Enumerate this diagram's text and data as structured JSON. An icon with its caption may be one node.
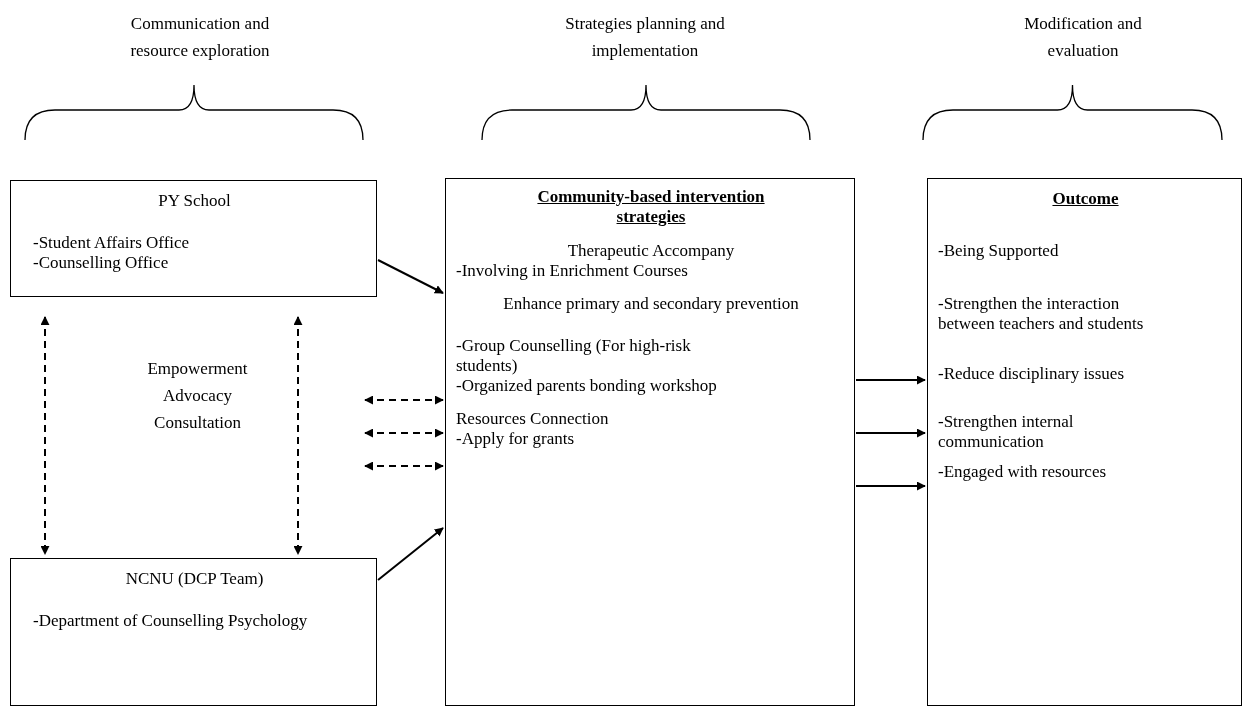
{
  "diagram": {
    "nodes": [
      {
        "text": [
          "PY School",
          "-Student Affairs Office",
          "-Counselling Office"
        ]
      },
      {
        "text": [
          "Empowerment",
          "Advocacy",
          "Consultation"
        ]
      },
      {
        "text": [
          "NCNU (DCP Team)",
          "-Department of Counselling Psychology"
        ]
      },
      {
        "text": [
          "Community-based intervention strategies",
          "Therapeutic Accompany",
          "-Involving in Enrichment Courses",
          "Enhance primary and secondary prevention",
          "-Group Counselling (For high-risk students)",
          "-Organized parents bonding workshop",
          "Resources Connection",
          "-Apply for grants"
        ]
      },
      {
        "text": [
          "Outcome",
          "-Being Supported",
          "-Strengthen the interaction between teachers and students",
          "-Reduce disciplinary issues",
          "-Strengthen internal communication",
          "-Engaged with resources"
        ]
      }
    ],
    "edges": [
      {
        "from": 0,
        "to": 3,
        "arrow": "to"
      },
      {
        "from": 2,
        "to": 3,
        "arrow": "to"
      },
      {
        "from": 0,
        "to": 2,
        "arrow": "both",
        "style": "dashed"
      },
      {
        "from": 0,
        "to": 2,
        "arrow": "both",
        "style": "dashed"
      },
      {
        "from": null,
        "to": 3,
        "arrow": "both",
        "style": "dashed"
      },
      {
        "from": null,
        "to": 3,
        "arrow": "both",
        "style": "dashed"
      },
      {
        "from": null,
        "to": 3,
        "arrow": "both",
        "style": "dashed"
      },
      {
        "from": 3,
        "to": 4,
        "arrow": "to"
      },
      {
        "from": 3,
        "to": 4,
        "arrow": "to"
      },
      {
        "from": 3,
        "to": 4,
        "arrow": "to"
      }
    ],
    "labels": [
      "Communication and resource exploration",
      "Strategies planning and implementation",
      "Modification and evaluation"
    ]
  }
}
